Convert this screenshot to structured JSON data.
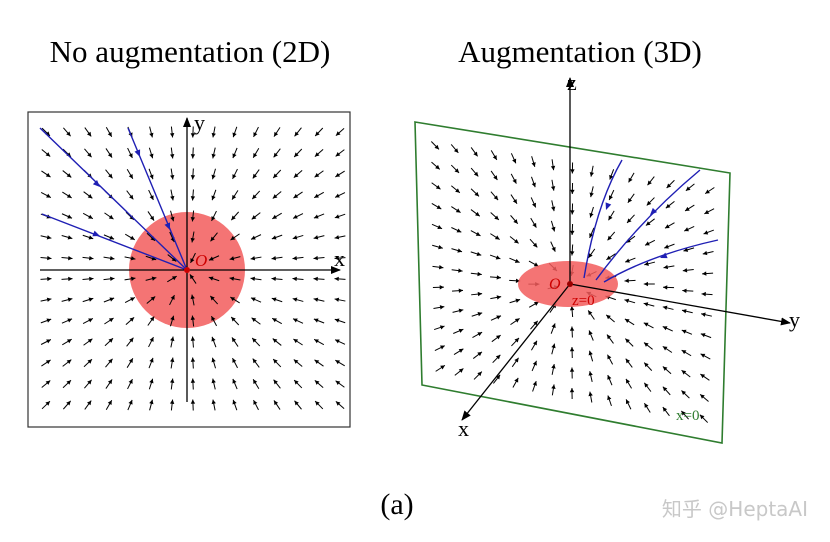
{
  "titles": {
    "left": "No augmentation (2D)",
    "right": "Augmentation (3D)"
  },
  "left_panel": {
    "axis_x": "x",
    "axis_y": "y",
    "origin_label": "O"
  },
  "right_panel": {
    "axis_x": "x",
    "axis_y": "y",
    "axis_z": "z",
    "origin_label": "O",
    "disk_label": "z=0",
    "plane_label": "x=0"
  },
  "caption": "(a)",
  "watermark": "知乎 @HeptaAI",
  "colors": {
    "arrow": "#000000",
    "trajectory": "#1f1fb4",
    "disk": "#f25c5c",
    "origin": "#cc0000",
    "plane": "#2f7d2f",
    "frame": "#333333",
    "watermark": "#c8c8c8"
  }
}
